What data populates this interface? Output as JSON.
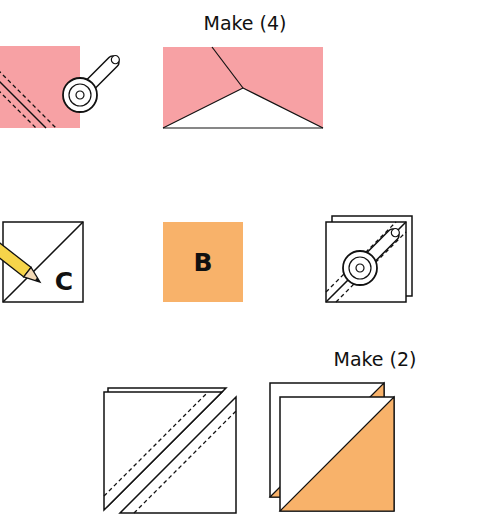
{
  "diagram": {
    "nodes": [
      {
        "text": [
          "C"
        ]
      },
      {
        "text": [
          "B"
        ]
      }
    ],
    "labels": [
      "Make (4)",
      "Make (2)"
    ]
  }
}
